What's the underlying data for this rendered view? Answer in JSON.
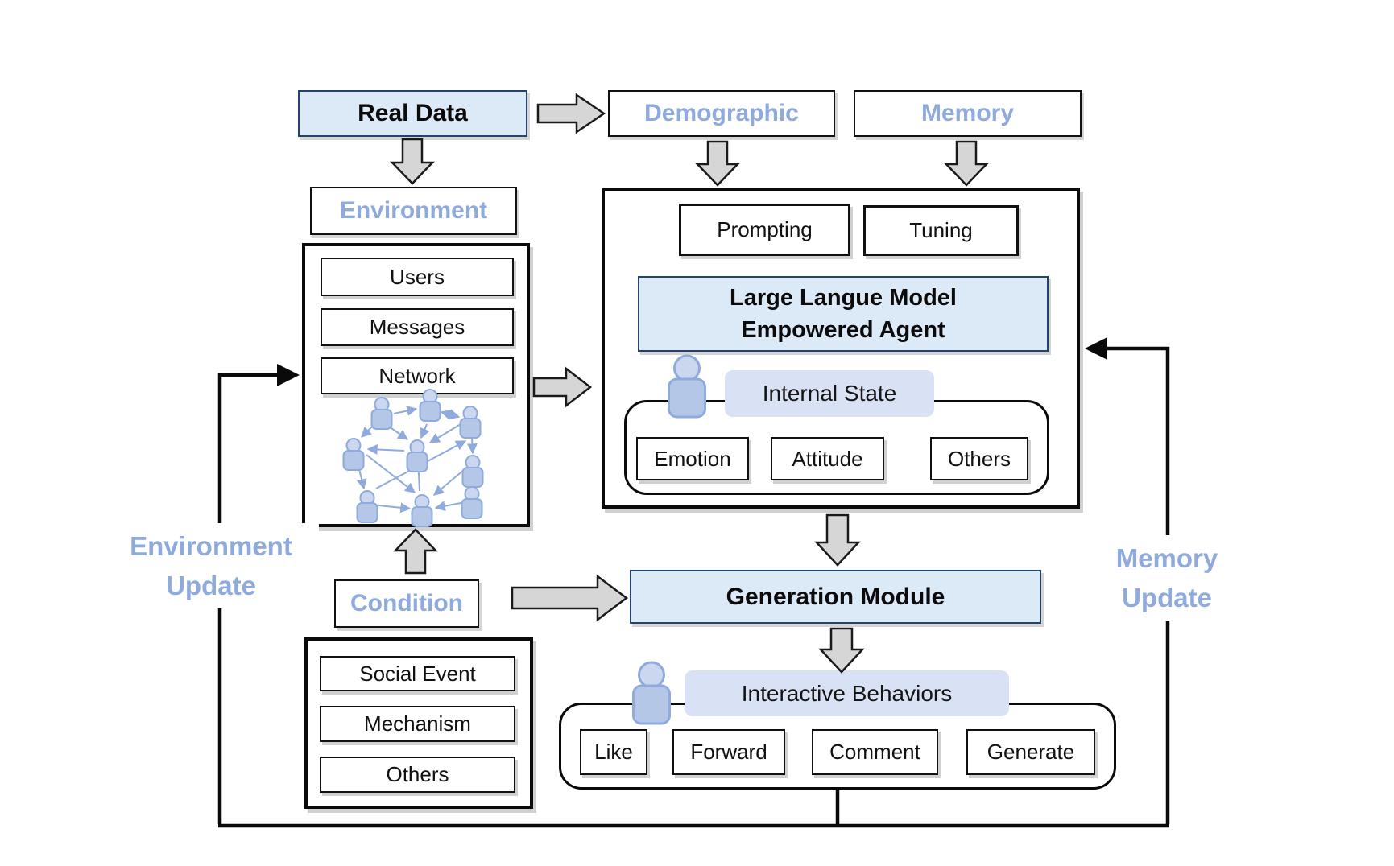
{
  "palette": {
    "accent_blue": "#8FAADC",
    "light_blue_fill": "#DCE9F7",
    "lavender_fill": "#D9E1F4",
    "navy_border": "#24426E",
    "block_arrow_fill": "#D6D6D6",
    "line_black": "#0a0a0a"
  },
  "top": {
    "real_data": "Real Data",
    "demographic": "Demographic",
    "memory": "Memory"
  },
  "environment": {
    "label": "Environment",
    "items": [
      "Users",
      "Messages",
      "Network"
    ]
  },
  "agent": {
    "prompting": "Prompting",
    "tuning": "Tuning",
    "llm_line1": "Large Langue Model",
    "llm_line2": "Empowered Agent",
    "internal_state": "Internal State",
    "states": [
      "Emotion",
      "Attitude",
      "Others"
    ]
  },
  "condition": {
    "label": "Condition",
    "items": [
      "Social Event",
      "Mechanism",
      "Others"
    ]
  },
  "generation_module": "Generation Module",
  "behaviors": {
    "label": "Interactive Behaviors",
    "items": [
      "Like",
      "Forward",
      "Comment",
      "Generate"
    ]
  },
  "loops": {
    "env_update_l1": "Environment",
    "env_update_l2": "Update",
    "mem_update_l1": "Memory",
    "mem_update_l2": "Update"
  }
}
